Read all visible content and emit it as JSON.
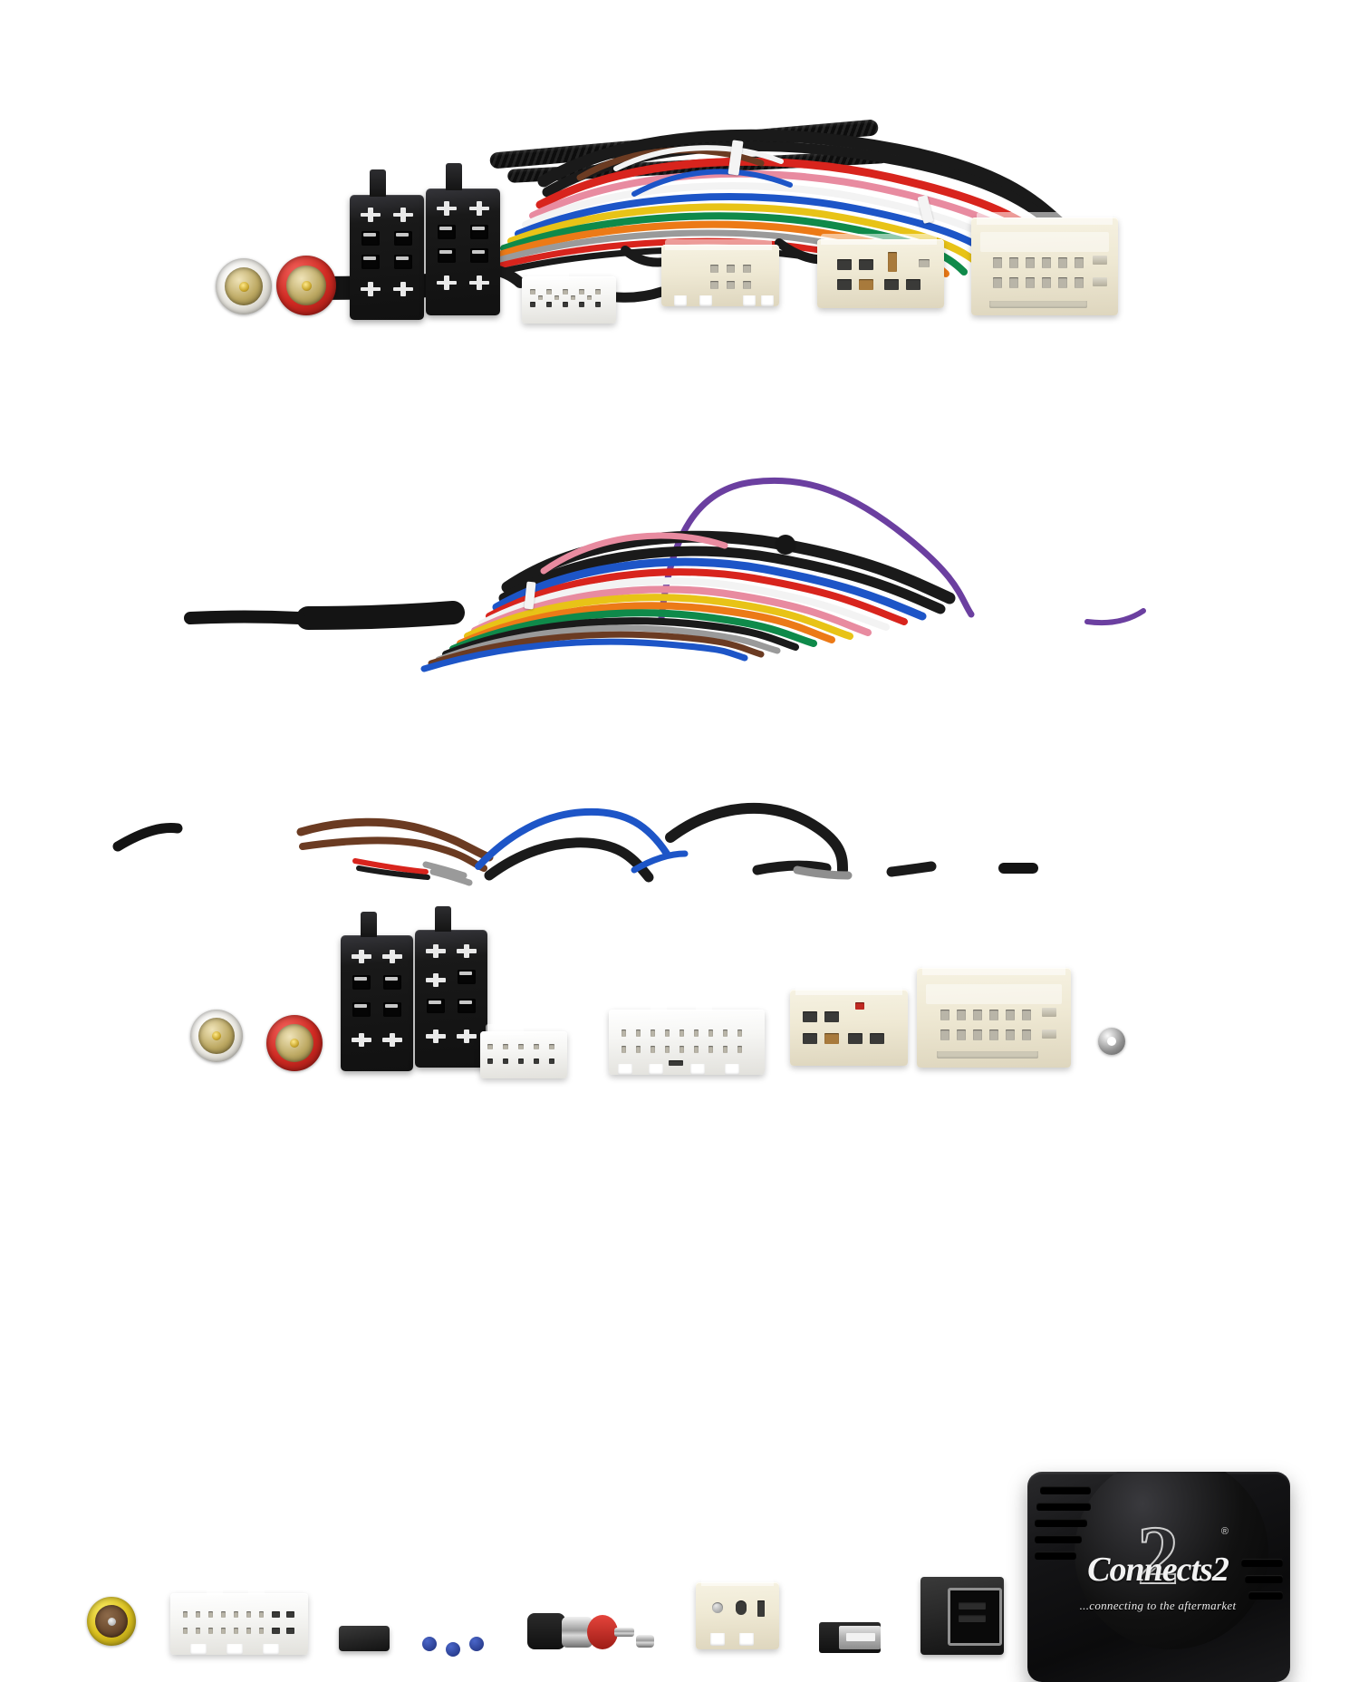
{
  "image": {
    "background_color": "#ffffff",
    "subject": "Connects2 car audio wiring harness kit",
    "layout": "three product rows on white background"
  },
  "module": {
    "brand": "Connects2",
    "brand_numeral": "2",
    "registered_mark": "®",
    "tagline": "...connecting to the aftermarket",
    "body_color": "#111111",
    "housing": "black plastic interface box"
  },
  "rows": [
    {
      "id": "row-1",
      "name": "main-harness-upper",
      "components": [
        {
          "name": "rca-plug-white",
          "color": "#f2f0ea",
          "label": "RCA white"
        },
        {
          "name": "rca-plug-red",
          "color": "#d8312b",
          "label": "RCA red"
        },
        {
          "name": "iso-connector-a",
          "color": "#141414",
          "label": "ISO block A"
        },
        {
          "name": "iso-connector-b",
          "color": "#141414",
          "label": "ISO block B"
        },
        {
          "name": "white-20pin-connector",
          "color": "#f7f7f5",
          "label": "20 pin white"
        },
        {
          "name": "ivory-connector-1",
          "color": "#efe9d4",
          "label": "ivory 12 pin"
        },
        {
          "name": "ivory-connector-2",
          "color": "#efe9d4",
          "label": "ivory 14 pin"
        },
        {
          "name": "ivory-connector-large",
          "color": "#f1ead6",
          "label": "ivory 24 pin"
        }
      ]
    },
    {
      "id": "row-2",
      "name": "main-harness-lower",
      "components": [
        {
          "name": "rca-plug-white",
          "color": "#f2f0ea",
          "label": "RCA white"
        },
        {
          "name": "rca-plug-red",
          "color": "#d8312b",
          "label": "RCA red"
        },
        {
          "name": "iso-connector-a",
          "color": "#141414",
          "label": "ISO block A"
        },
        {
          "name": "iso-connector-b",
          "color": "#141414",
          "label": "ISO block B"
        },
        {
          "name": "white-20pin-connector",
          "color": "#f7f7f5",
          "label": "20 pin white"
        },
        {
          "name": "white-wide-connector",
          "color": "#fbfbf9",
          "label": "wide white 26 pin"
        },
        {
          "name": "ivory-connector-2",
          "color": "#efe9d4",
          "label": "ivory 14 pin"
        },
        {
          "name": "ivory-connector-large",
          "color": "#f1ead6",
          "label": "ivory 24 pin"
        },
        {
          "name": "ring-terminal",
          "color": "#b9b9b9",
          "label": "earth ring terminal"
        }
      ]
    },
    {
      "id": "row-3",
      "name": "accessory-leads",
      "components": [
        {
          "name": "rca-plug-yellow",
          "color": "#e8d23a",
          "label": "RCA yellow"
        },
        {
          "name": "white-24pin-connector",
          "color": "#fbfaf3",
          "label": "white 24 pin"
        },
        {
          "name": "inline-fuse-block",
          "color": "#141414",
          "label": "inline block"
        },
        {
          "name": "bullet-connectors",
          "color": "#2a3f8f",
          "label": "blue bullet terminals"
        },
        {
          "name": "antenna-adapter",
          "color": "#c9302c",
          "label": "DIN antenna adapter"
        },
        {
          "name": "aerial-socket",
          "color": "#f2efe0",
          "label": "aerial phantom socket"
        },
        {
          "name": "usb-type-a-plug",
          "color": "#1a1a1a",
          "label": "USB type A"
        },
        {
          "name": "black-data-connector",
          "color": "#141414",
          "label": "data link plug"
        }
      ]
    }
  ],
  "wire_palette": {
    "black": "#1a1a1a",
    "red": "#d8241d",
    "white": "#f3f3f3",
    "blue": "#1d55c7",
    "yellow": "#e8c317",
    "green": "#0f8a4a",
    "orange": "#ec7a17",
    "pink": "#e88ba0",
    "purple": "#6b3fa0",
    "grey": "#9a9a9a",
    "brown": "#6b3b22"
  }
}
